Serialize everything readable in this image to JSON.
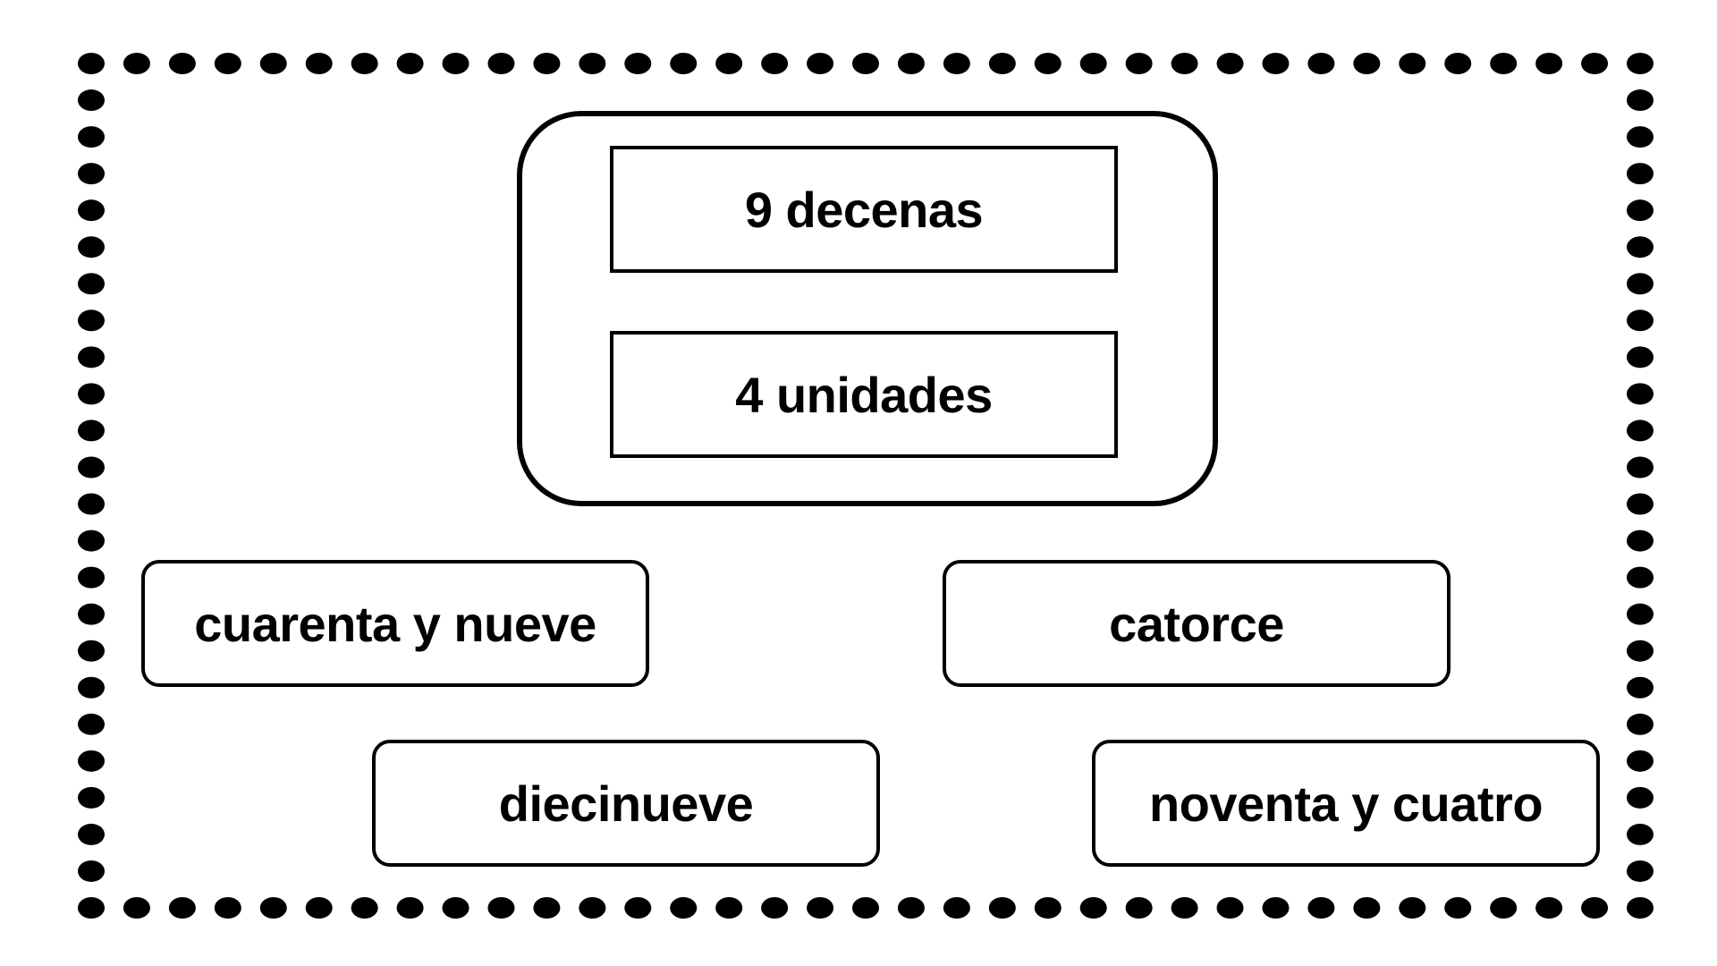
{
  "frame": {
    "dot_color": "#000000"
  },
  "prompt": {
    "tens_label": "9 decenas",
    "units_label": "4 unidades"
  },
  "options": [
    {
      "label": "cuarenta y nueve"
    },
    {
      "label": "catorce"
    },
    {
      "label": "diecinueve"
    },
    {
      "label": "noventa y cuatro"
    }
  ]
}
